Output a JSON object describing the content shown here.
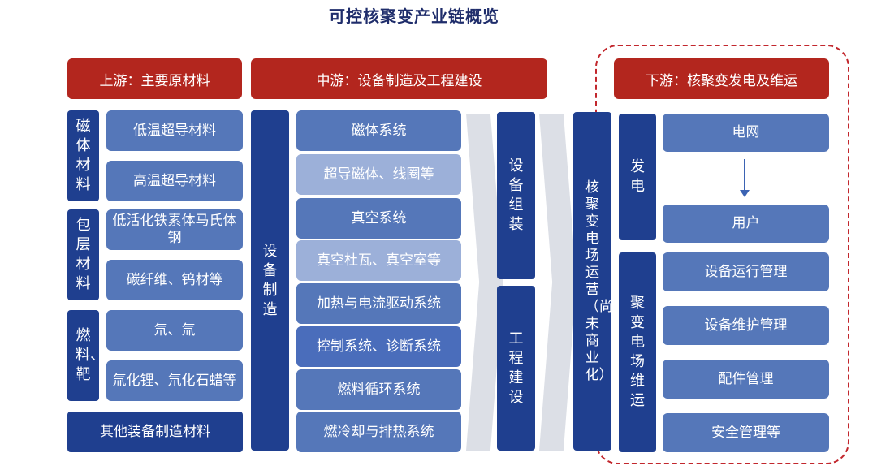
{
  "title": "可控核聚变产业链概览",
  "headers": {
    "upstream": "上游：主要原材料",
    "midstream": "中游：设备制造及工程建设",
    "downstream": "下游：核聚变发电及维运"
  },
  "upstream": {
    "groups": [
      {
        "label": "磁体材料",
        "items": [
          "低温超导材料",
          "高温超导材料"
        ]
      },
      {
        "label": "包层材料",
        "items": [
          "低活化铁素体马氏体钢",
          "碳纤维、钨材等"
        ]
      },
      {
        "label": "燃料、靶",
        "items": [
          "氘、氚",
          "氚化锂、氘化石蜡等"
        ]
      }
    ],
    "other": "其他装备制造材料"
  },
  "midstream": {
    "side_label": "设备制造",
    "items": [
      "磁体系统",
      "超导磁体、线圈等",
      "真空系统",
      "真空杜瓦、真空室等",
      "加热与电流驱动系统",
      "控制系统、诊断系统",
      "燃料循环系统",
      "燃冷却与排热系统"
    ],
    "assembly": "设备组装",
    "construction": "工程建设",
    "operation": "核聚变电场运营（尚未商业化）"
  },
  "downstream": {
    "generation_label": "发电",
    "grid": "电网",
    "user": "用户",
    "maintenance_label": "聚变电场维运",
    "maintenance_items": [
      "设备运行管理",
      "设备维护管理",
      "配件管理",
      "安全管理等"
    ]
  },
  "colors": {
    "red": "#b3261e",
    "navy": "#1f3f8f",
    "mid": "#5577b9",
    "pale": "#9cb0d9",
    "dashed": "#c2272d"
  }
}
